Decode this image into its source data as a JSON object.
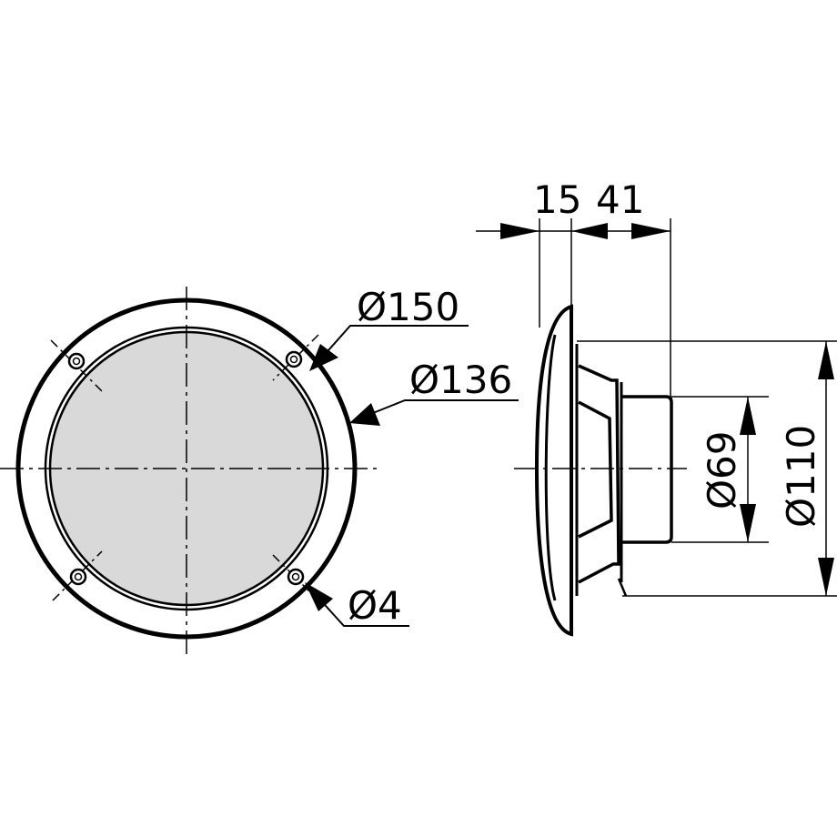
{
  "diagram": {
    "type": "technical-drawing",
    "subject": "round speaker dimensional drawing",
    "colors": {
      "line": "#000000",
      "cone_fill": "#d9d9d9",
      "background": "#ffffff"
    },
    "front_view": {
      "labels": {
        "outer_diameter": "Ø150",
        "inner_diameter": "Ø136",
        "mount_hole": "Ø4"
      },
      "mount_holes_count": 4
    },
    "side_view": {
      "labels": {
        "flange_depth": "15",
        "body_depth": "41",
        "magnet_diameter": "Ø69",
        "basket_diameter": "Ø110"
      }
    }
  }
}
